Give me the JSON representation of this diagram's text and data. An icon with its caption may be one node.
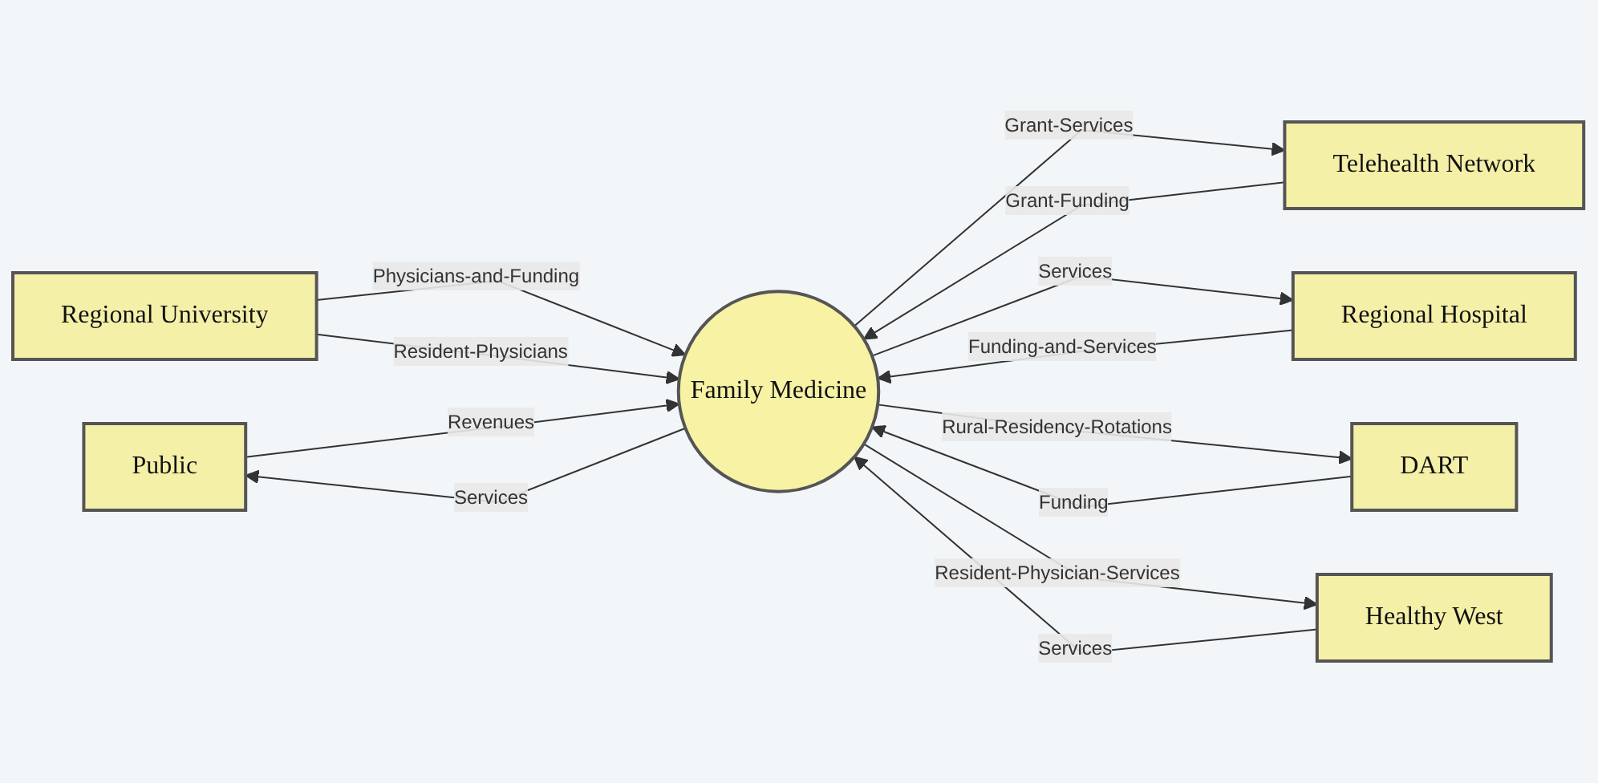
{
  "diagram": {
    "nodes": [
      {
        "text": [
          "Public"
        ]
      },
      {
        "text": [
          "Regional University"
        ]
      },
      {
        "text": [
          "Telehealth Network"
        ]
      },
      {
        "text": [
          "Family Medicine"
        ]
      },
      {
        "text": [
          "Regional Hospital"
        ]
      },
      {
        "text": [
          "Healthy West"
        ]
      },
      {
        "text": [
          "DART"
        ]
      }
    ],
    "edges": [
      {
        "from": 1,
        "to": 3,
        "arrow": "to",
        "label": "Physicians-and-Funding"
      },
      {
        "from": 1,
        "to": 3,
        "arrow": "to",
        "label": "Resident-Physicians"
      },
      {
        "from": 3,
        "to": 0,
        "arrow": "to",
        "label": "Services"
      },
      {
        "from": 0,
        "to": 3,
        "arrow": "to",
        "label": "Revenues"
      },
      {
        "from": 2,
        "to": 3,
        "arrow": "to",
        "label": "Grant-Funding"
      },
      {
        "from": 3,
        "to": 2,
        "arrow": "to",
        "label": "Grant-Services"
      },
      {
        "from": 4,
        "to": 3,
        "arrow": "to",
        "label": "Funding-and-Services"
      },
      {
        "from": 3,
        "to": 4,
        "arrow": "to",
        "label": "Services"
      },
      {
        "from": 6,
        "to": 3,
        "arrow": "to",
        "label": "Funding"
      },
      {
        "from": 3,
        "to": 6,
        "arrow": "to",
        "label": "Rural-Residency-Rotations"
      },
      {
        "from": 3,
        "to": 5,
        "arrow": "to",
        "label": "Resident-Physician-Services"
      },
      {
        "from": 5,
        "to": 3,
        "arrow": "to",
        "label": "Services"
      }
    ]
  }
}
